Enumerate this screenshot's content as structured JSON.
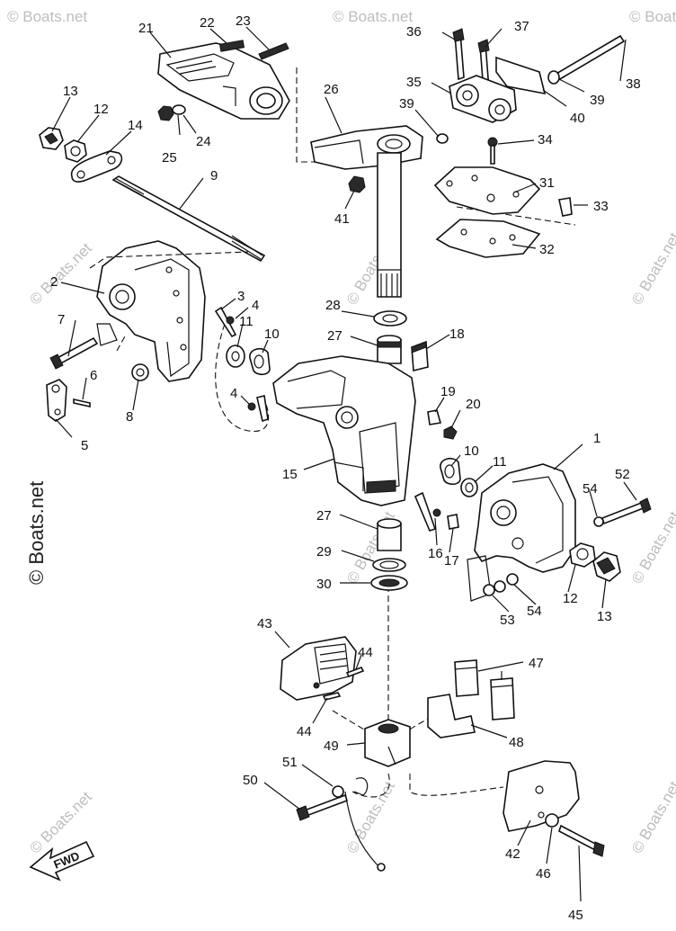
{
  "diagram": {
    "callouts": {
      "c1": "1",
      "c2": "2",
      "c3": "3",
      "c4a": "4",
      "c4b": "4",
      "c5": "5",
      "c6": "6",
      "c7": "7",
      "c8": "8",
      "c9": "9",
      "c10a": "10",
      "c10b": "10",
      "c11a": "11",
      "c11b": "11",
      "c12a": "12",
      "c12b": "12",
      "c13a": "13",
      "c13b": "13",
      "c14": "14",
      "c15": "15",
      "c16": "16",
      "c17": "17",
      "c18": "18",
      "c19": "19",
      "c20": "20",
      "c21": "21",
      "c22": "22",
      "c23": "23",
      "c24": "24",
      "c25": "25",
      "c26": "26",
      "c27a": "27",
      "c27b": "27",
      "c28": "28",
      "c29": "29",
      "c30": "30",
      "c31": "31",
      "c32": "32",
      "c33": "33",
      "c34": "34",
      "c35": "35",
      "c36": "36",
      "c37": "37",
      "c38": "38",
      "c39a": "39",
      "c39b": "39",
      "c40": "40",
      "c41": "41",
      "c42": "42",
      "c43": "43",
      "c44a": "44",
      "c44b": "44",
      "c45": "45",
      "c46": "46",
      "c47": "47",
      "c48": "48",
      "c49": "49",
      "c50": "50",
      "c51": "51",
      "c52": "52",
      "c53": "53",
      "c54a": "54",
      "c54b": "54"
    },
    "fwd_label": "FWD",
    "watermark": "© Boats.net",
    "watermark_large": "© Boats.net"
  }
}
